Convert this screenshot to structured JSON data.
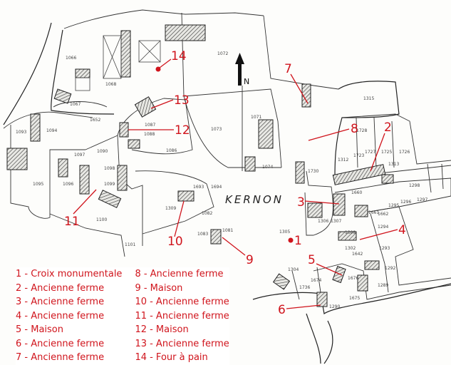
{
  "map": {
    "place_name": "KERNON",
    "north_label": "N",
    "accent_color": "#d0141c",
    "parcels": [
      "1066",
      "1068",
      "1067",
      "1093",
      "1094",
      "1652",
      "1097",
      "1090",
      "1098",
      "1095",
      "1096",
      "1099",
      "1100",
      "1101",
      "1087",
      "1088",
      "1086",
      "1073",
      "1072",
      "1693",
      "1694",
      "1309",
      "1082",
      "1083",
      "1081",
      "1071",
      "1074",
      "1315",
      "1728",
      "1727",
      "1725",
      "1726",
      "1313",
      "1298",
      "1296",
      "1297",
      "1295",
      "1660",
      "1661",
      "1662",
      "1294",
      "1306",
      "1307",
      "1308",
      "1302",
      "1642",
      "1293",
      "1292",
      "1676",
      "1674",
      "1736",
      "1675",
      "1290",
      "1289",
      "1304",
      "1305",
      "1723",
      "1312",
      "1730"
    ],
    "markers": [
      "1",
      "2",
      "3",
      "4",
      "5",
      "6",
      "7",
      "8",
      "9",
      "10",
      "11",
      "12",
      "13",
      "14"
    ]
  },
  "legend": {
    "left": [
      "1 - Croix monumentale",
      "2 - Ancienne ferme",
      "3 - Ancienne ferme",
      "4 - Ancienne ferme",
      "5 - Maison",
      "6 - Ancienne ferme",
      "7 - Ancienne ferme"
    ],
    "right": [
      "8 - Ancienne ferme",
      "9 - Maison",
      "10 - Ancienne ferme",
      "11 - Ancienne ferme",
      "12 - Maison",
      "13 - Ancienne ferme",
      "14 - Four à pain"
    ]
  }
}
